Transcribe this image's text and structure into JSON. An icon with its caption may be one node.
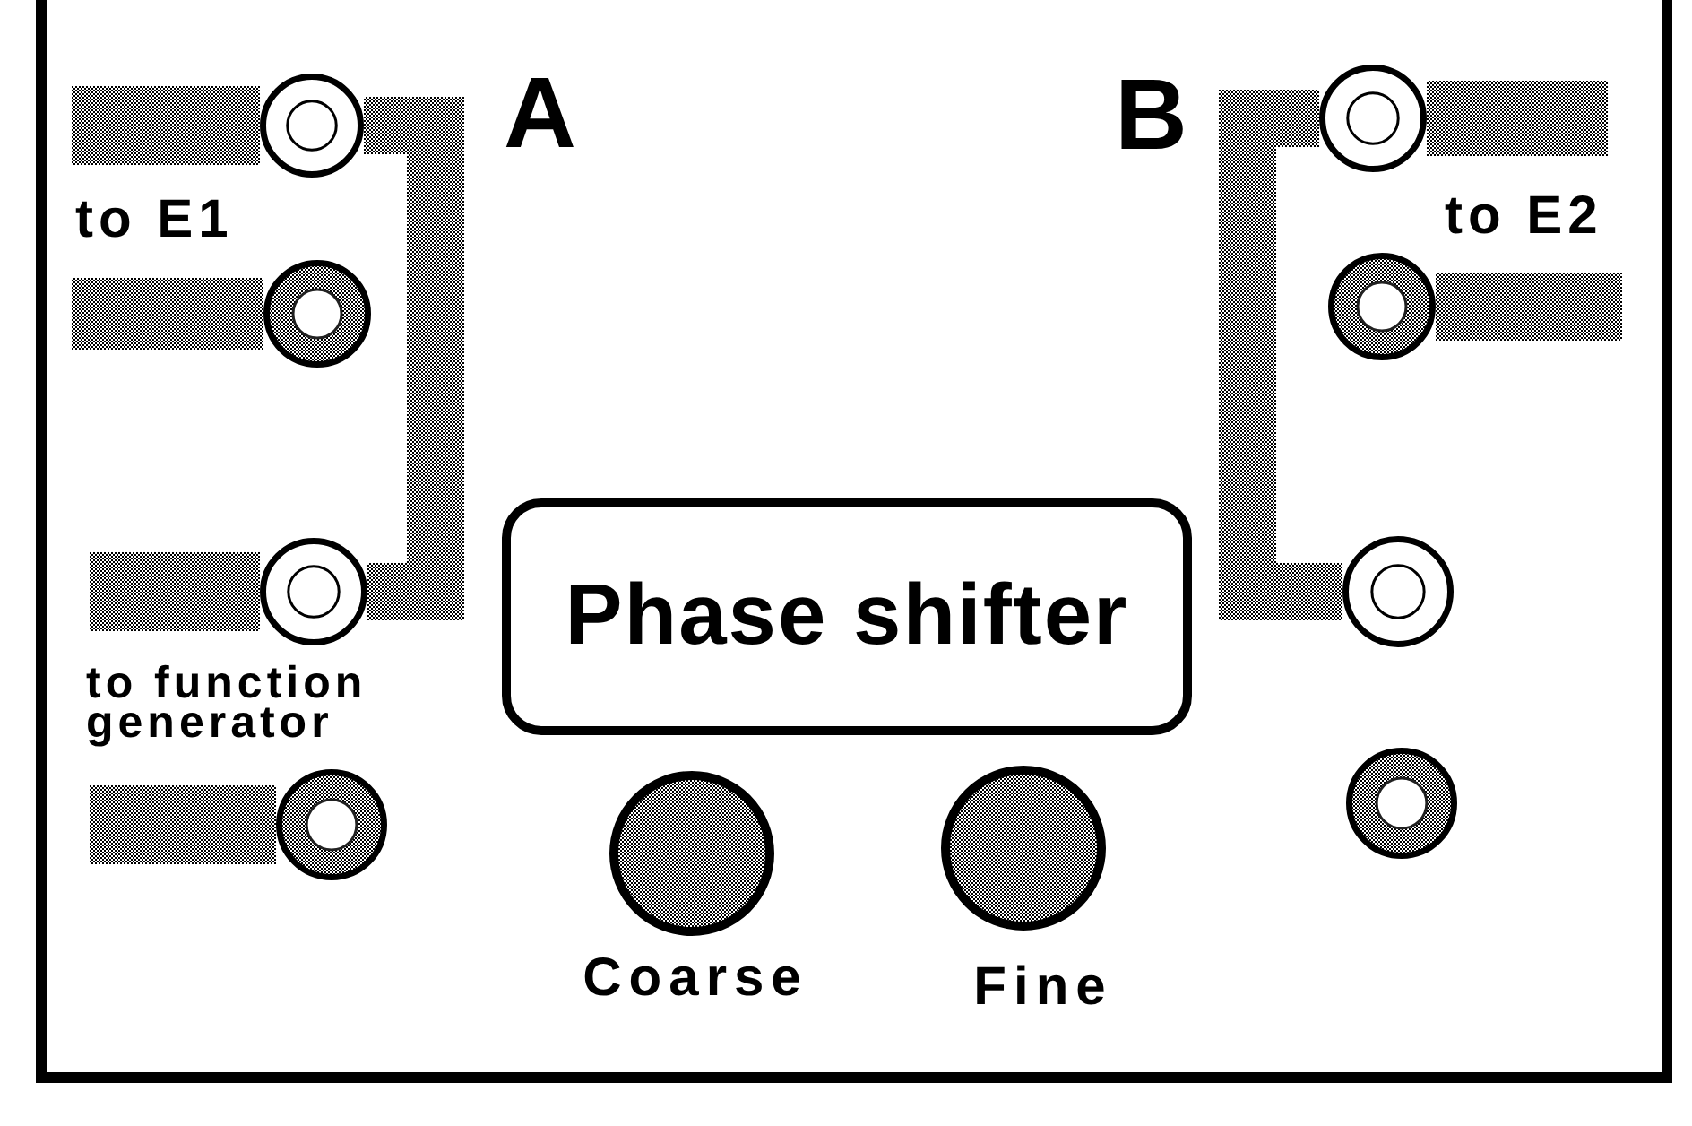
{
  "diagram": {
    "nodes": [
      {
        "text": [],
        "shape": "circle"
      },
      {
        "text": [],
        "shape": "circle"
      },
      {
        "text": [],
        "shape": "circle"
      },
      {
        "text": [],
        "shape": "circle"
      },
      {
        "text": [],
        "shape": "circle"
      },
      {
        "text": [
          "Phase shifter"
        ]
      },
      {
        "text": [],
        "shape": "circle"
      },
      {
        "text": [],
        "shape": "circle"
      },
      {
        "text": [],
        "shape": "circle"
      },
      {
        "text": [],
        "shape": "circle",
        "beside": [
          "Coarse"
        ]
      },
      {
        "text": [],
        "shape": "circle",
        "beside": [
          "Fine"
        ]
      }
    ],
    "edges": [
      {
        "from": null,
        "to": 0,
        "arrow": "none"
      },
      {
        "from": 0,
        "to": 4,
        "arrow": "none"
      },
      {
        "from": 1,
        "to": null,
        "arrow": "none"
      },
      {
        "from": 1,
        "to": 6,
        "arrow": "none"
      },
      {
        "from": null,
        "to": 2,
        "arrow": "none"
      },
      {
        "from": 3,
        "to": null,
        "arrow": "none"
      },
      {
        "from": null,
        "to": 4,
        "arrow": "none"
      },
      {
        "from": null,
        "to": 7,
        "arrow": "none"
      }
    ],
    "labels": [
      "A",
      "B",
      "to E1",
      "to E2",
      "to function generator"
    ]
  }
}
